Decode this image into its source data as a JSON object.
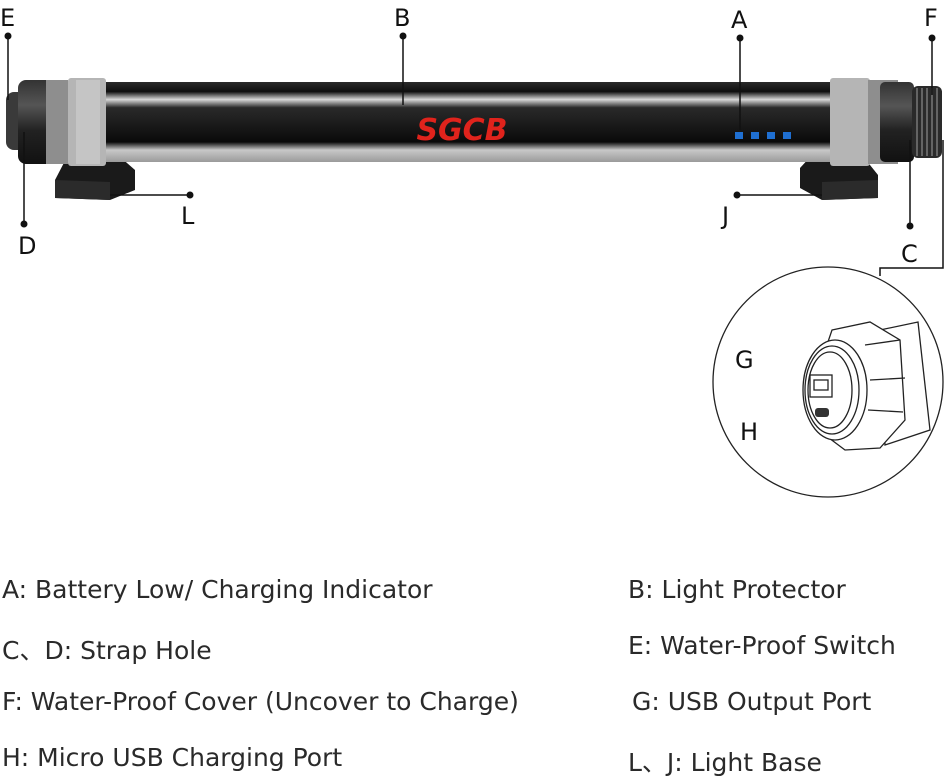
{
  "diagram": {
    "brand_logo": "SGCB",
    "callouts": {
      "A": "A",
      "B": "B",
      "C": "C",
      "D": "D",
      "E": "E",
      "F": "F",
      "G": "G",
      "H": "H",
      "J": "J",
      "L": "L"
    },
    "colors": {
      "logo": "#e0231c",
      "indicator": "#1f6fd1",
      "body": "#141414"
    }
  },
  "legend": {
    "items": [
      {
        "text": "A: Battery Low/ Charging Indicator"
      },
      {
        "text": "B: Light Protector"
      },
      {
        "text": "C、D: Strap Hole"
      },
      {
        "text": "E: Water-Proof Switch"
      },
      {
        "text": "F: Water-Proof Cover (Uncover to Charge)"
      },
      {
        "text": "G: USB Output Port"
      },
      {
        "text": "H: Micro USB Charging Port"
      },
      {
        "text": "L、J: Light Base"
      }
    ]
  }
}
